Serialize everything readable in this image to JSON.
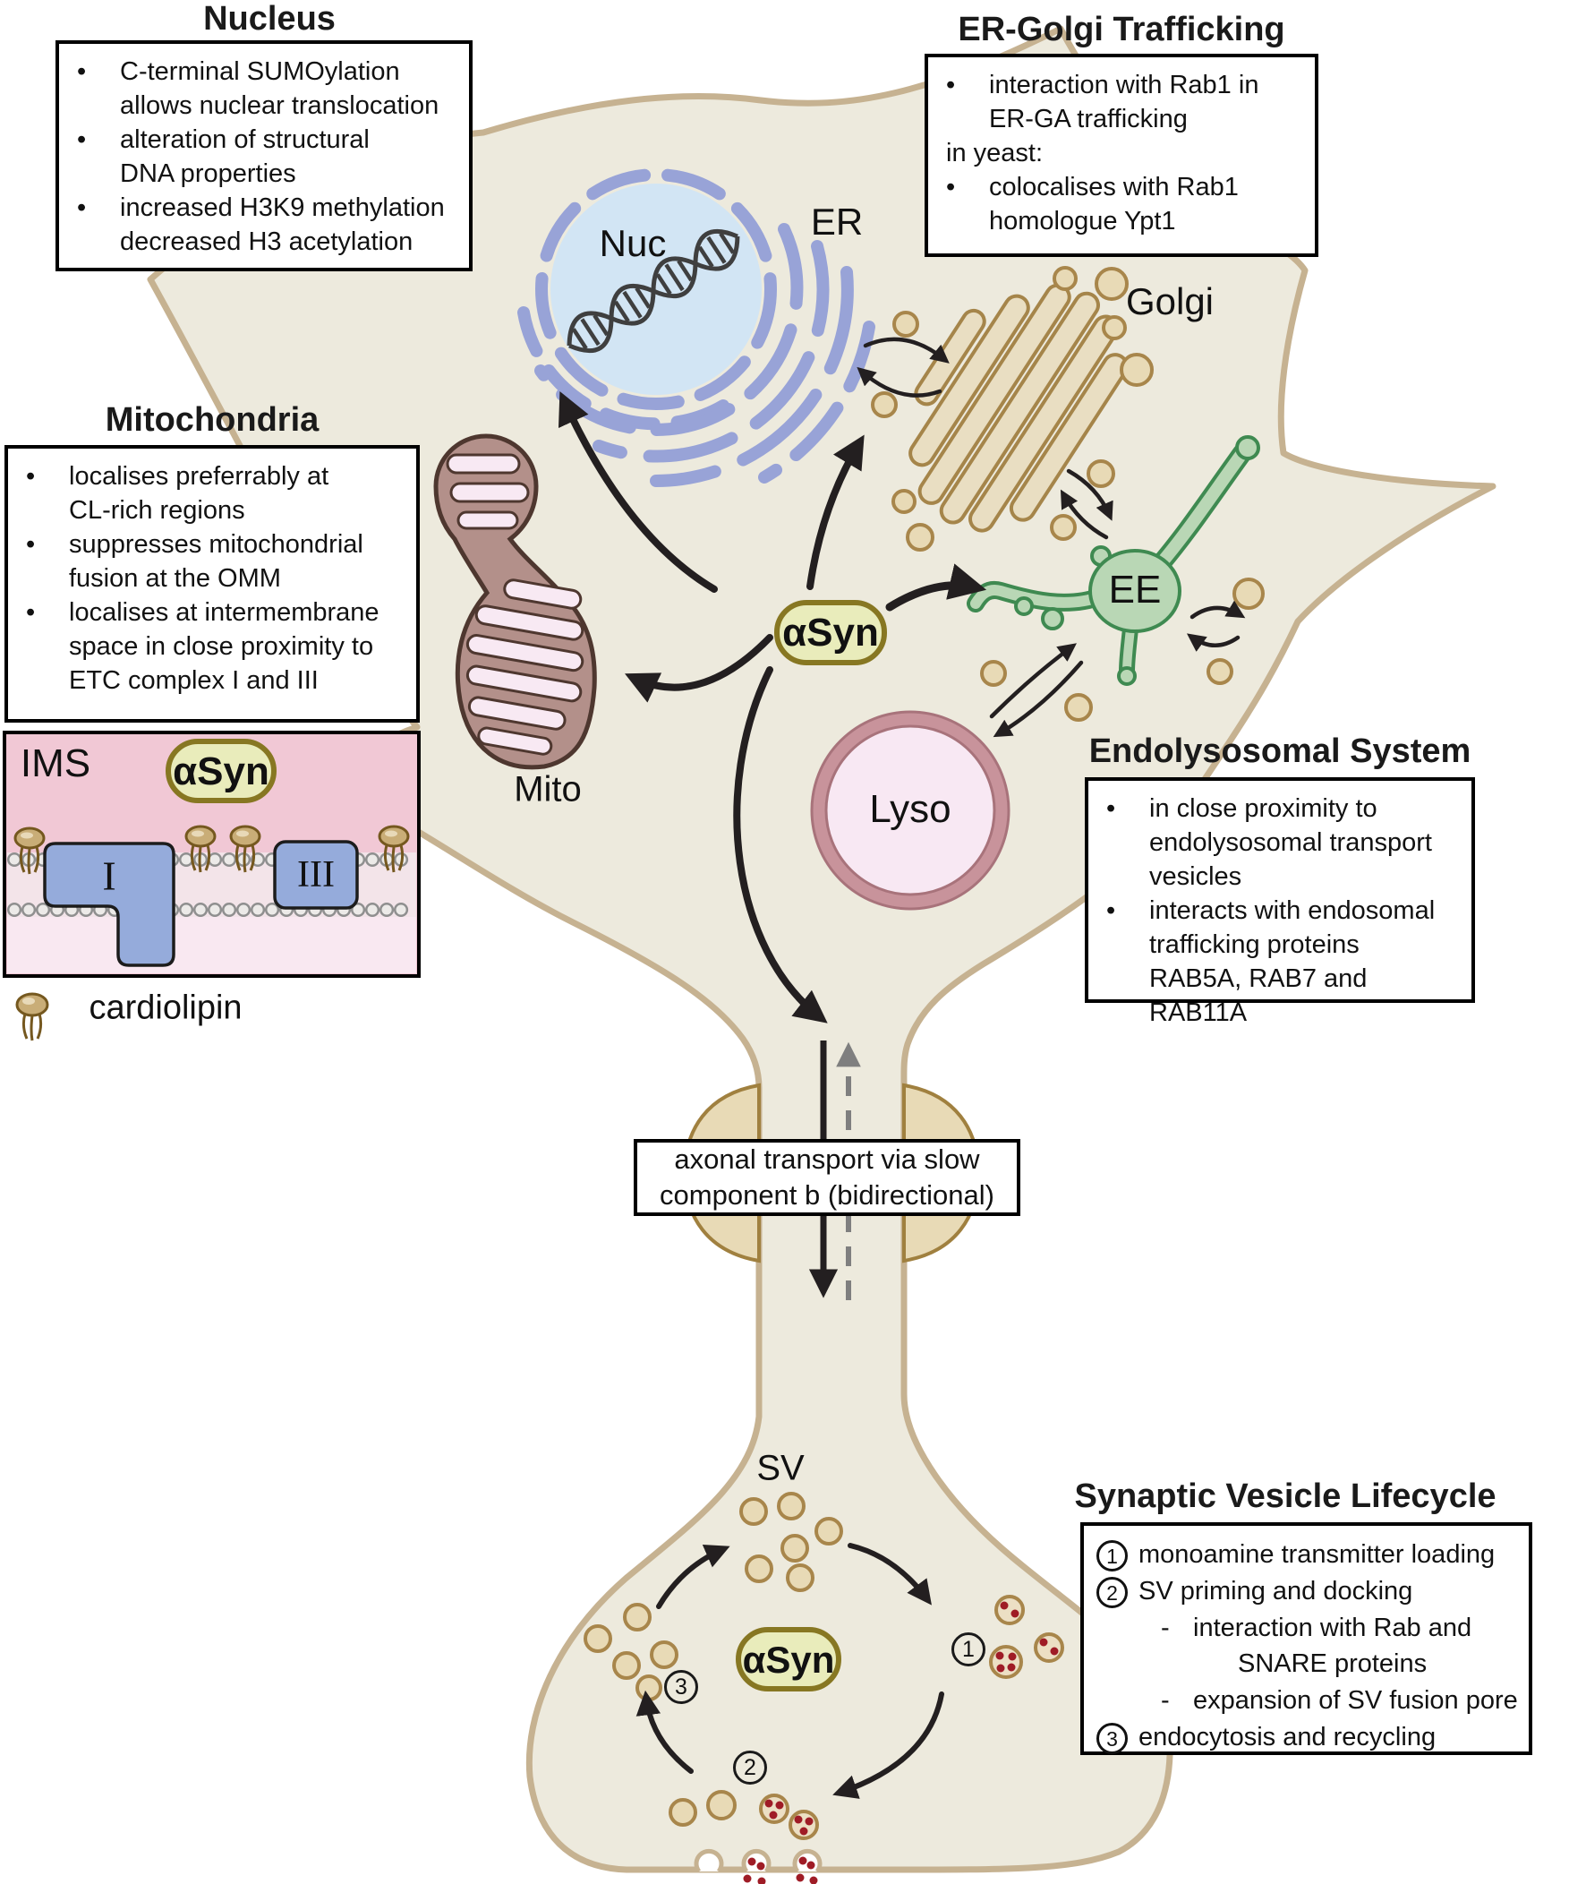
{
  "colors": {
    "cell_fill": "#edeadd",
    "membrane": "#c6b291",
    "nucleus_fill": "#d2e5f4",
    "er_purple": "#98a3d7",
    "golgi_fill": "#e9dec2",
    "golgi_stroke": "#a5854a",
    "vesicle_fill": "#e8dab6",
    "vesicle_stroke": "#a8864b",
    "ee_fill": "#b9d7b5",
    "ee_stroke": "#3f8a51",
    "lyso_fill": "#f8e8f3",
    "lyso_ring": "#c8939b",
    "mito_fill": "#b3908a",
    "mito_outline": "#4e372f",
    "mito_cristae": "#f8e9f3",
    "asyn_fill": "#e9ecbb",
    "asyn_stroke": "#877722",
    "ims_top": "#f1c8d5",
    "ims_bottom": "#f9e8f1",
    "complex_blue": "#95abdb",
    "cardiolipin_head": "#c9ad77",
    "transmitter_red": "#9f1c26",
    "arrow_black": "#231f20",
    "arrow_gray": "#7f7f7f"
  },
  "markers": {
    "bullet": "•",
    "dash": "-"
  },
  "labels": {
    "nucleus": "Nuc",
    "er": "ER",
    "golgi": "Golgi",
    "early_endosome": "EE",
    "lysosome": "Lyso",
    "mitochondrion": "Mito",
    "synaptic_vesicle": "SV",
    "alpha_synuclein": "αSyn",
    "ims": "IMS",
    "complex_i": "I",
    "complex_iii": "III",
    "cardiolipin": "cardiolipin",
    "step1": "1",
    "step2": "2",
    "step3": "3"
  },
  "boxes": {
    "nucleus": {
      "title": "Nucleus",
      "items": [
        {
          "text": "C-terminal SUMOylation\nallows nuclear translocation"
        },
        {
          "text": "alteration of structural\nDNA properties"
        },
        {
          "text": "increased H3K9 methylation\ndecreased H3 acetylation"
        }
      ]
    },
    "er_golgi": {
      "title": "ER-Golgi Trafficking",
      "items": [
        {
          "marker": "•",
          "text": "interaction with Rab1 in\nER-GA trafficking"
        },
        {
          "marker": "",
          "text": "in yeast:"
        },
        {
          "marker": "•",
          "text": "colocalises with Rab1\nhomologue Ypt1"
        }
      ]
    },
    "mitochondria": {
      "title": "Mitochondria",
      "items": [
        {
          "text": "localises preferrably at\nCL-rich regions"
        },
        {
          "text": "suppresses mitochondrial\nfusion at the OMM"
        },
        {
          "text": "localises at intermembrane\nspace in close proximity to\nETC complex I and III"
        }
      ]
    },
    "endolysosomal": {
      "title": "Endolysosomal System",
      "items": [
        {
          "text": "in close proximity to\nendolysosomal transport\nvesicles"
        },
        {
          "text": "interacts with endosomal\ntrafficking proteins\nRAB5A, RAB7 and RAB11A"
        }
      ]
    },
    "axonal_transport": {
      "text": "axonal transport via slow\ncomponent b (bidirectional)"
    },
    "sv_lifecycle": {
      "title": "Synaptic Vesicle Lifecycle",
      "items": [
        {
          "num": "1",
          "text": "monoamine transmitter loading"
        },
        {
          "num": "2",
          "text": "SV priming and docking"
        },
        {
          "dash": "-",
          "text": "interaction with Rab and\nSNARE proteins"
        },
        {
          "dash": "-",
          "text": "expansion of SV fusion pore"
        },
        {
          "num": "3",
          "text": "endocytosis and recycling"
        }
      ]
    }
  }
}
